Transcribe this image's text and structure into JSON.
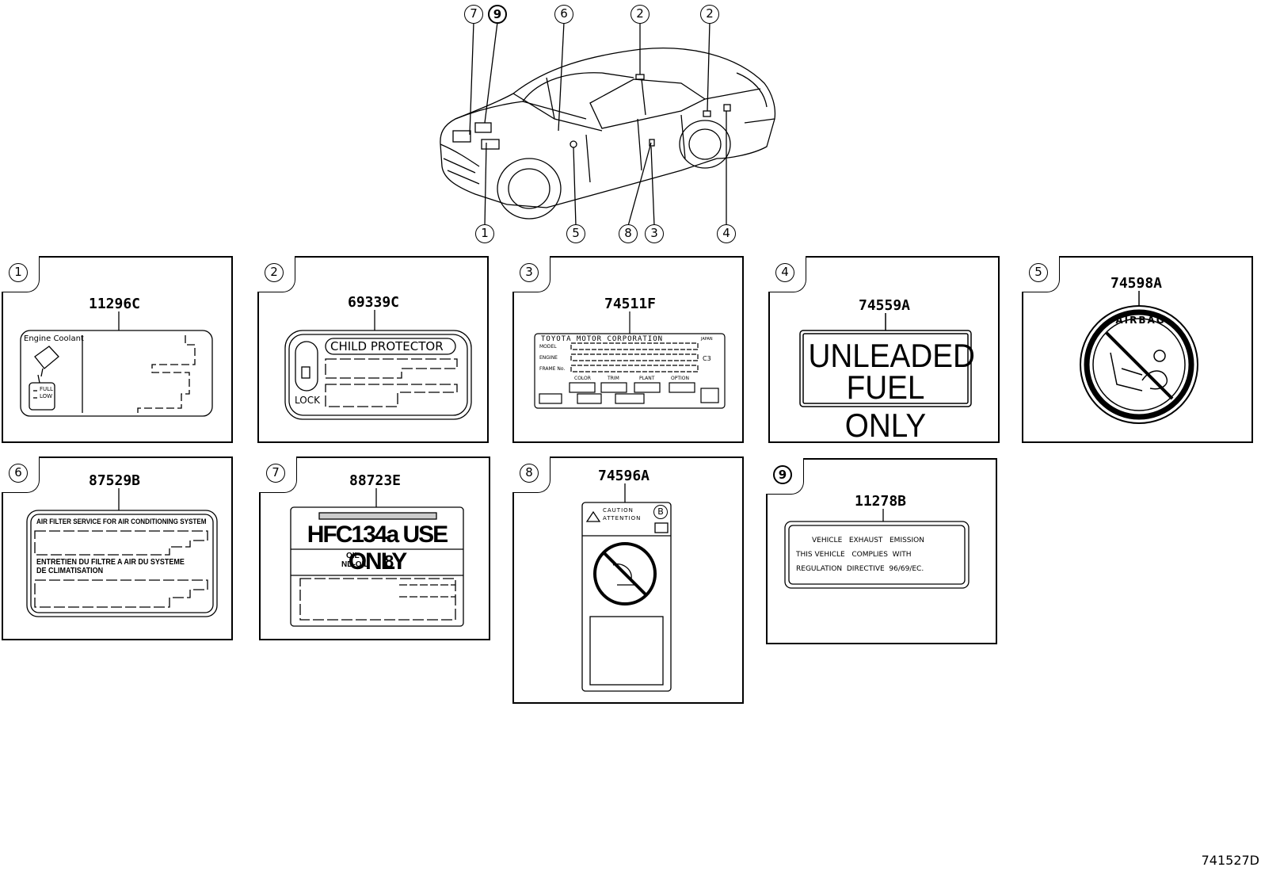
{
  "diagram_code": "741527D",
  "callouts": {
    "c7": "7",
    "c9": "9",
    "c6": "6",
    "c2a": "2",
    "c2b": "2",
    "c1": "1",
    "c5": "5",
    "c8": "8",
    "c3": "3",
    "c4": "4"
  },
  "panels": [
    {
      "index": "1",
      "part_number": "11296C",
      "label_lines": [
        "Engine Coolant",
        "FULL",
        "LOW"
      ]
    },
    {
      "index": "2",
      "part_number": "69339C",
      "label_lines": [
        "CHILD PROTECTOR",
        "LOCK"
      ]
    },
    {
      "index": "3",
      "part_number": "74511F",
      "label_lines": [
        "TOYOTA MOTOR CORPORATION",
        "JAPAN",
        "MODEL",
        "ENGINE",
        "FRAME No.",
        "C3",
        "COLOR",
        "TRIM",
        "PLANT",
        "OPTION"
      ]
    },
    {
      "index": "4",
      "part_number": "74559A",
      "label_lines": [
        "UNLEADED",
        "FUEL ONLY"
      ]
    },
    {
      "index": "5",
      "part_number": "74598A",
      "label_lines": [
        "AIRBAG"
      ]
    },
    {
      "index": "6",
      "part_number": "87529B",
      "label_lines": [
        "AIR FILTER SERVICE FOR AIR CONDITIONING SYSTEM",
        "ENTRETIEN DU FILTRE A AIR DU SYSTEME",
        "DE CLIMATISATION"
      ]
    },
    {
      "index": "7",
      "part_number": "88723E",
      "label_lines": [
        "HFC134a USE ONLY",
        "OIL",
        "ND-OIL",
        "8"
      ]
    },
    {
      "index": "8",
      "part_number": "74596A",
      "label_lines": [
        "CAUTION",
        "ATTENTION",
        "B"
      ]
    },
    {
      "index": "9",
      "part_number": "11278B",
      "label_lines": [
        "VEHICLE   EXHAUST   EMISSION",
        "THIS VEHICLE   COMPLIES  WITH",
        "REGULATION  DIRECTIVE  96/69/EC."
      ]
    }
  ]
}
